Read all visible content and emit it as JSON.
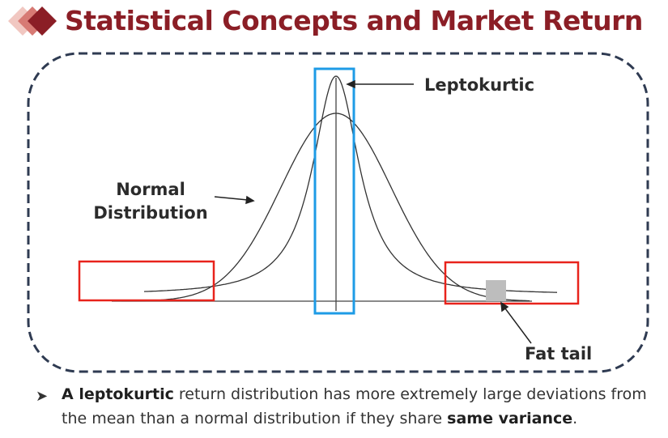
{
  "slide": {
    "title": "Statistical Concepts and Market Return"
  },
  "diagram": {
    "labels": {
      "leptokurtic": "Leptokurtic",
      "normal_line1": "Normal",
      "normal_line2": "Distribution",
      "fat_tail": "Fat tail"
    },
    "colors": {
      "frame": "#2f3b52",
      "peak_box": "#1e9be6",
      "tail_box": "#e8231c",
      "curve": "#333333",
      "marker": "#bdbdbd"
    }
  },
  "note": {
    "bullet_icon": "arrow-bullet-icon",
    "bold_1": "A leptokurtic",
    "text_1": " return distribution has more extremely large deviations from the mean than a normal distribution if they share ",
    "bold_2": "same variance",
    "text_2": "."
  },
  "colors": {
    "title": "#8b1e26",
    "logo_dark": "#8b1e26",
    "logo_light": "#e8a9a3"
  }
}
